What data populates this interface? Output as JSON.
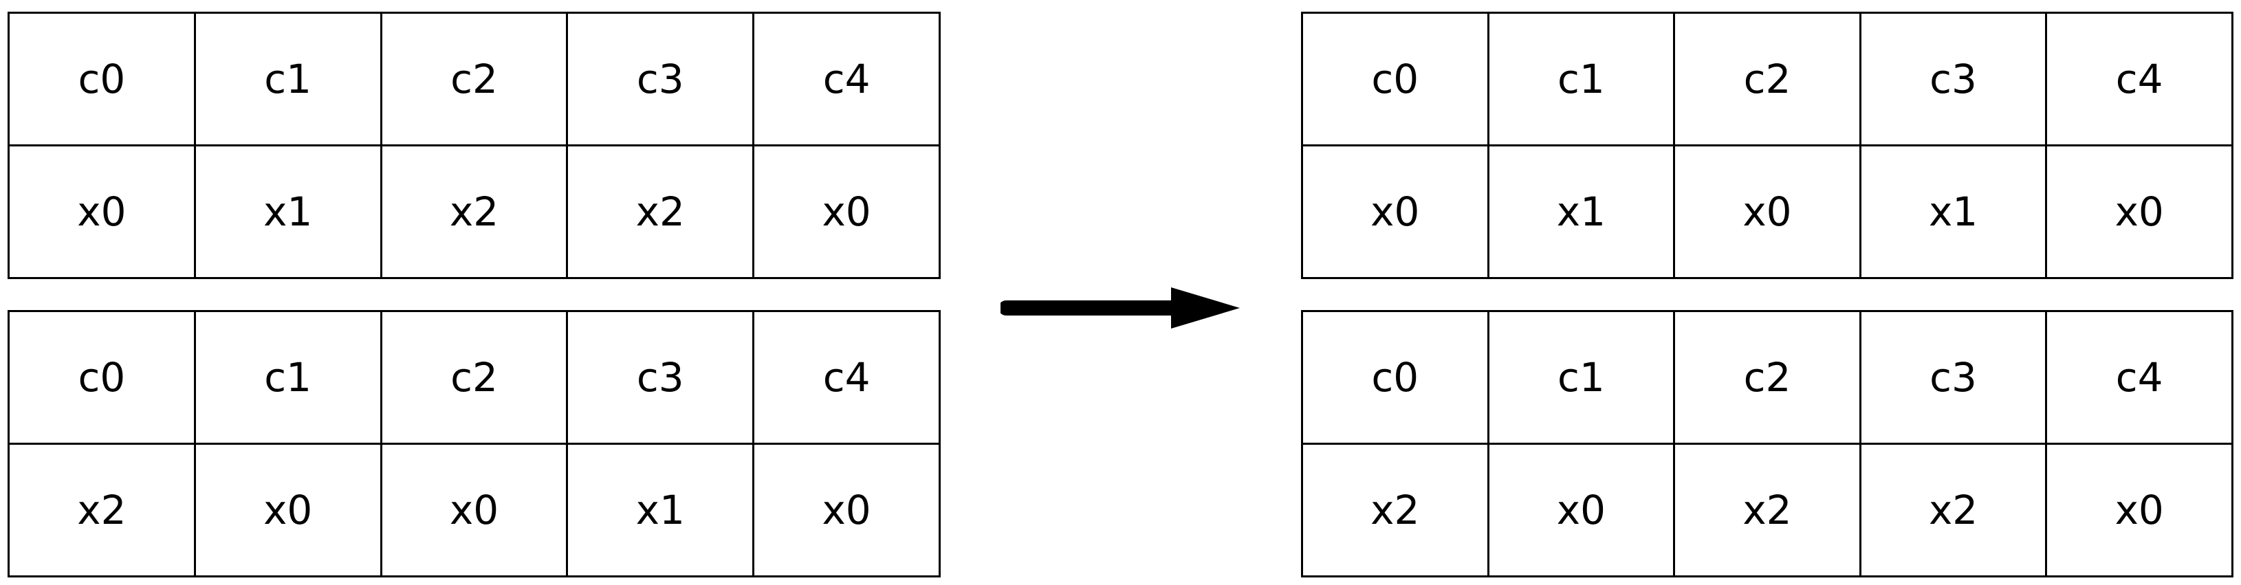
{
  "diagram": {
    "type": "table-transformation",
    "arrow": {
      "name": "right-arrow",
      "direction": "right",
      "color": "#000000",
      "label": ""
    },
    "colors": {
      "default_text": "#000000",
      "highlight_source": "#ee0000",
      "highlight_result": "#1f77b4",
      "border": "#000000",
      "background": "#ffffff"
    },
    "tables": [
      {
        "id": "source-top",
        "side": "left",
        "position": "top",
        "columns": 5,
        "rows": [
          {
            "role": "column-names",
            "cells": [
              {
                "text": "c0",
                "highlight": false
              },
              {
                "text": "c1",
                "highlight": false
              },
              {
                "text": "c2",
                "highlight": true
              },
              {
                "text": "c3",
                "highlight": true
              },
              {
                "text": "c4",
                "highlight": false
              }
            ]
          },
          {
            "role": "values",
            "cells": [
              {
                "text": "x0",
                "highlight": false
              },
              {
                "text": "x1",
                "highlight": false
              },
              {
                "text": "x2",
                "highlight": true
              },
              {
                "text": "x2",
                "highlight": true
              },
              {
                "text": "x0",
                "highlight": false
              }
            ]
          }
        ]
      },
      {
        "id": "source-bottom",
        "side": "left",
        "position": "bottom",
        "columns": 5,
        "rows": [
          {
            "role": "column-names",
            "cells": [
              {
                "text": "c0",
                "highlight": false
              },
              {
                "text": "c1",
                "highlight": false
              },
              {
                "text": "c2",
                "highlight": true
              },
              {
                "text": "c3",
                "highlight": true
              },
              {
                "text": "c4",
                "highlight": false
              }
            ]
          },
          {
            "role": "values",
            "cells": [
              {
                "text": "x2",
                "highlight": false
              },
              {
                "text": "x0",
                "highlight": false
              },
              {
                "text": "x0",
                "highlight": true
              },
              {
                "text": "x1",
                "highlight": true
              },
              {
                "text": "x0",
                "highlight": false
              }
            ]
          }
        ]
      },
      {
        "id": "result-top",
        "side": "right",
        "position": "top",
        "columns": 5,
        "rows": [
          {
            "role": "column-names",
            "cells": [
              {
                "text": "c0",
                "highlight": false
              },
              {
                "text": "c1",
                "highlight": false
              },
              {
                "text": "c2",
                "highlight": true
              },
              {
                "text": "c3",
                "highlight": true
              },
              {
                "text": "c4",
                "highlight": false
              }
            ]
          },
          {
            "role": "values",
            "cells": [
              {
                "text": "x0",
                "highlight": false
              },
              {
                "text": "x1",
                "highlight": false
              },
              {
                "text": "x0",
                "highlight": true
              },
              {
                "text": "x1",
                "highlight": true
              },
              {
                "text": "x0",
                "highlight": false
              }
            ]
          }
        ]
      },
      {
        "id": "result-bottom",
        "side": "right",
        "position": "bottom",
        "columns": 5,
        "rows": [
          {
            "role": "column-names",
            "cells": [
              {
                "text": "c0",
                "highlight": false
              },
              {
                "text": "c1",
                "highlight": false
              },
              {
                "text": "c2",
                "highlight": true
              },
              {
                "text": "c3",
                "highlight": true
              },
              {
                "text": "c4",
                "highlight": false
              }
            ]
          },
          {
            "role": "values",
            "cells": [
              {
                "text": "x2",
                "highlight": false
              },
              {
                "text": "x0",
                "highlight": false
              },
              {
                "text": "x2",
                "highlight": true
              },
              {
                "text": "x2",
                "highlight": true
              },
              {
                "text": "x0",
                "highlight": false
              }
            ]
          }
        ]
      }
    ]
  }
}
